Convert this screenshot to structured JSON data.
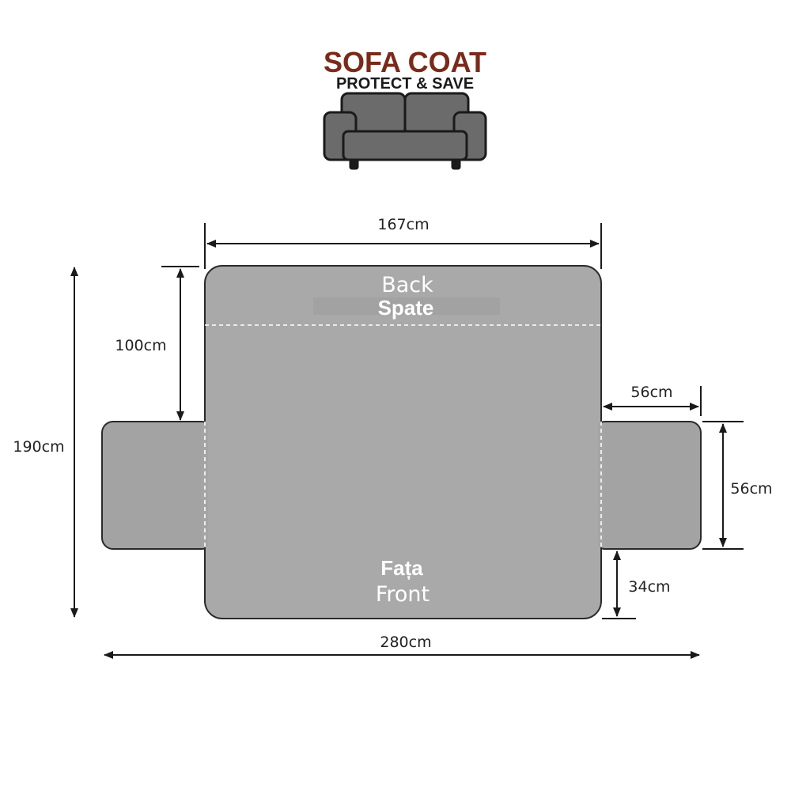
{
  "logo": {
    "title": "SOFA COAT",
    "tagline": "PROTECT & SAVE",
    "title_color": "#7a2a1a"
  },
  "cover": {
    "fill_color": "#a9a9a9",
    "arm_fill_color": "#a3a3a3",
    "outline_color": "#2a2a2a"
  },
  "zones": {
    "back_en": "Back",
    "back_ro": "Spate",
    "front_ro": "Fața",
    "front_en": "Front"
  },
  "dimensions": {
    "top_width": "167cm",
    "back_depth": "100cm",
    "total_height": "190cm",
    "arm_depth": "56cm",
    "arm_height": "56cm",
    "front_flap": "34cm",
    "total_width": "280cm"
  }
}
